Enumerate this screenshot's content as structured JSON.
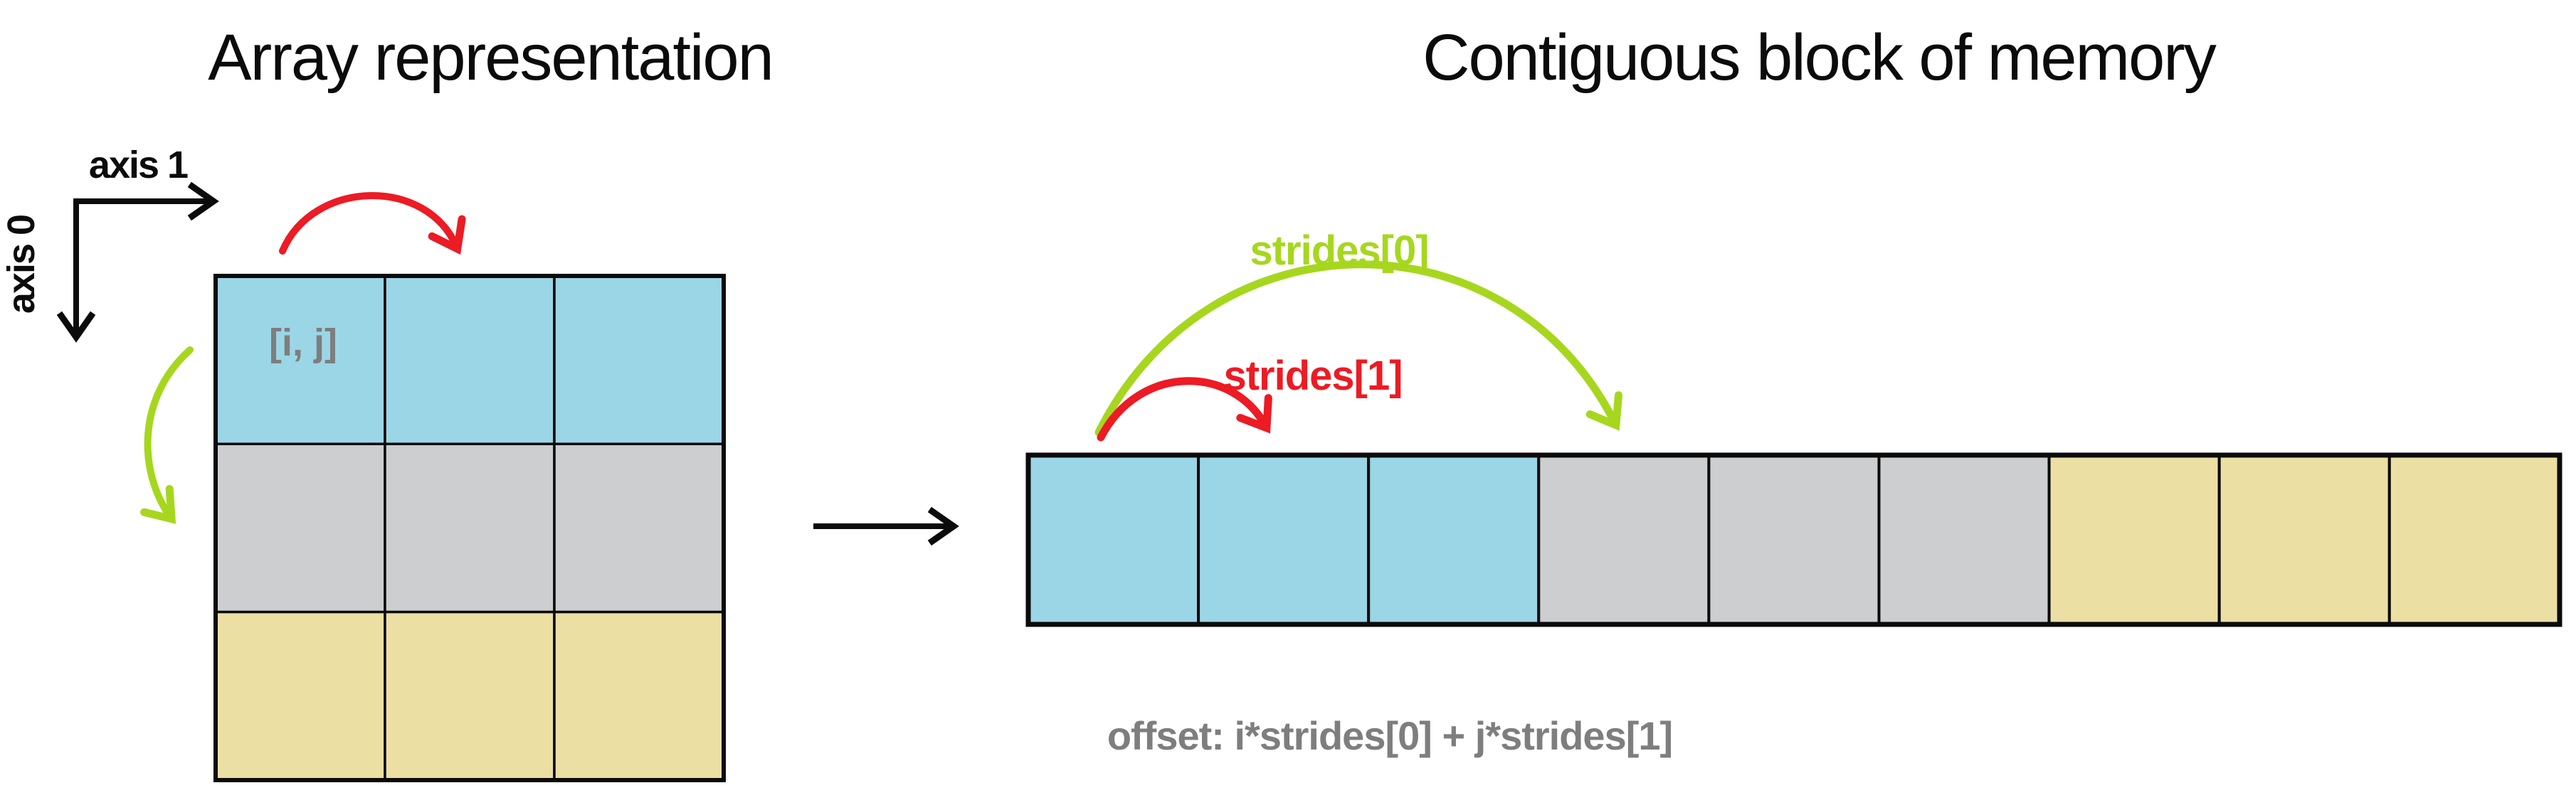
{
  "titles": {
    "left": "Array representation",
    "right": "Contiguous block of memory"
  },
  "axes": {
    "axis1_label": "axis 1",
    "axis0_label": "axis 0"
  },
  "array_grid": {
    "rows": 3,
    "cols": 3,
    "row_colors": [
      "#9bd6e7",
      "#cdced0",
      "#ebdfa4"
    ],
    "first_cell_label": "[i, j]"
  },
  "memory_row": {
    "cells": 9,
    "cell_colors": [
      "#9bd6e7",
      "#9bd6e7",
      "#9bd6e7",
      "#cdced0",
      "#cdced0",
      "#cdced0",
      "#ebdfa4",
      "#ebdfa4",
      "#ebdfa4"
    ]
  },
  "annotations": {
    "strides0_label": "strides[0]",
    "strides1_label": "strides[1]",
    "offset_formula": "offset: i*strides[0] + j*strides[1]"
  },
  "colors": {
    "stride0_green": "#a6d71e",
    "stride1_red": "#ec1b24",
    "label_gray": "#7e7e7e",
    "black": "#0b0b0b",
    "cell_border": "#0b0b0b"
  }
}
